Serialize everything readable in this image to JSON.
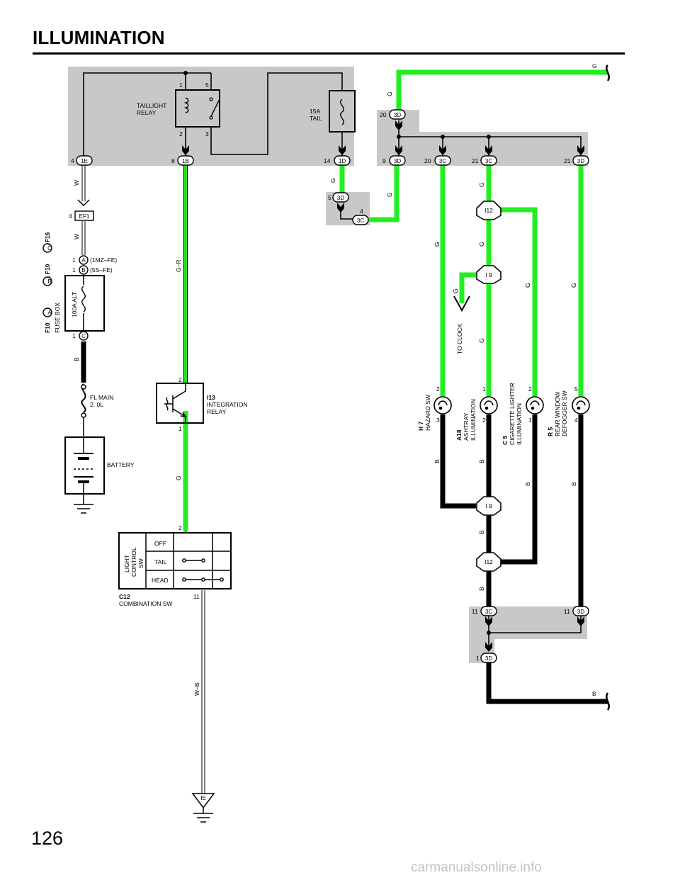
{
  "page": {
    "title": "ILLUMINATION",
    "page_number": "126",
    "watermark": "carmanualsonline.info"
  },
  "colors": {
    "green_wire": "#22ee22",
    "black_wire": "#000000",
    "red_stripe": "#ff5555",
    "junction_box_fill": "#c8c8c8"
  },
  "wire_colors": {
    "green": "G",
    "black": "B",
    "white": "W",
    "green_red": "G–R",
    "white_black": "W–B"
  },
  "taillight_relay": {
    "label_line1": "TAILLIGHT",
    "label_line2": "RELAY",
    "pin_1": "1",
    "pin_5": "5",
    "pin_2": "2",
    "pin_3": "3"
  },
  "fuse_tail": {
    "label_line1": "15A",
    "label_line2": "TAIL"
  },
  "connectors": {
    "c_1E": "1E",
    "c_1B": "1B",
    "c_1D": "1D",
    "c_3D": "3D",
    "c_3C": "3C",
    "c_EF1": "EF1",
    "c_A": "A",
    "c_B": "B",
    "c_C": "C",
    "c_I12": "I12",
    "c_I9": "I 9",
    "c_IE": "IE"
  },
  "pins": {
    "p1": "1",
    "p2": "2",
    "p3": "3",
    "p4": "4",
    "p5": "5",
    "p8": "8",
    "p9": "9",
    "p11": "11",
    "p14": "14",
    "p20": "20",
    "p21": "21"
  },
  "fuse_box": {
    "label_f10": "F10",
    "label_comma_f10": ", F10",
    "label_comma_f16": ", F16",
    "label_fuse_box": "FUSE BOX",
    "engine_1mz": "(1MZ–FE)",
    "engine_5s": "(5S–FE)",
    "alt_fuse": "100A ALT"
  },
  "fl_main": {
    "line1": "FL MAIN",
    "line2": "2. 0L"
  },
  "battery": {
    "label": "BATTERY"
  },
  "integration_relay": {
    "code": "I13",
    "line1": "INTEGRATION",
    "line2": "RELAY"
  },
  "light_control": {
    "label_line1": "LIGHT",
    "label_line2": "CONTROL",
    "label_line3": "SW",
    "positions": [
      "OFF",
      "TAIL",
      "HEAD"
    ],
    "code": "C12",
    "name": "COMBINATION SW"
  },
  "to_clock": "TO CLOCK",
  "components": [
    {
      "code": "H 7",
      "line1": "HAZARD SW",
      "line2": ""
    },
    {
      "code": "A18",
      "line1": "ASHTRAY",
      "line2": "ILLUMINATION"
    },
    {
      "code": "C 5",
      "line1": "CIGARETTE LIGHTER",
      "line2": "ILLUMINATION"
    },
    {
      "code": "R 5",
      "line1": "REAR WINDOW",
      "line2": "DEFOGGER SW"
    }
  ]
}
